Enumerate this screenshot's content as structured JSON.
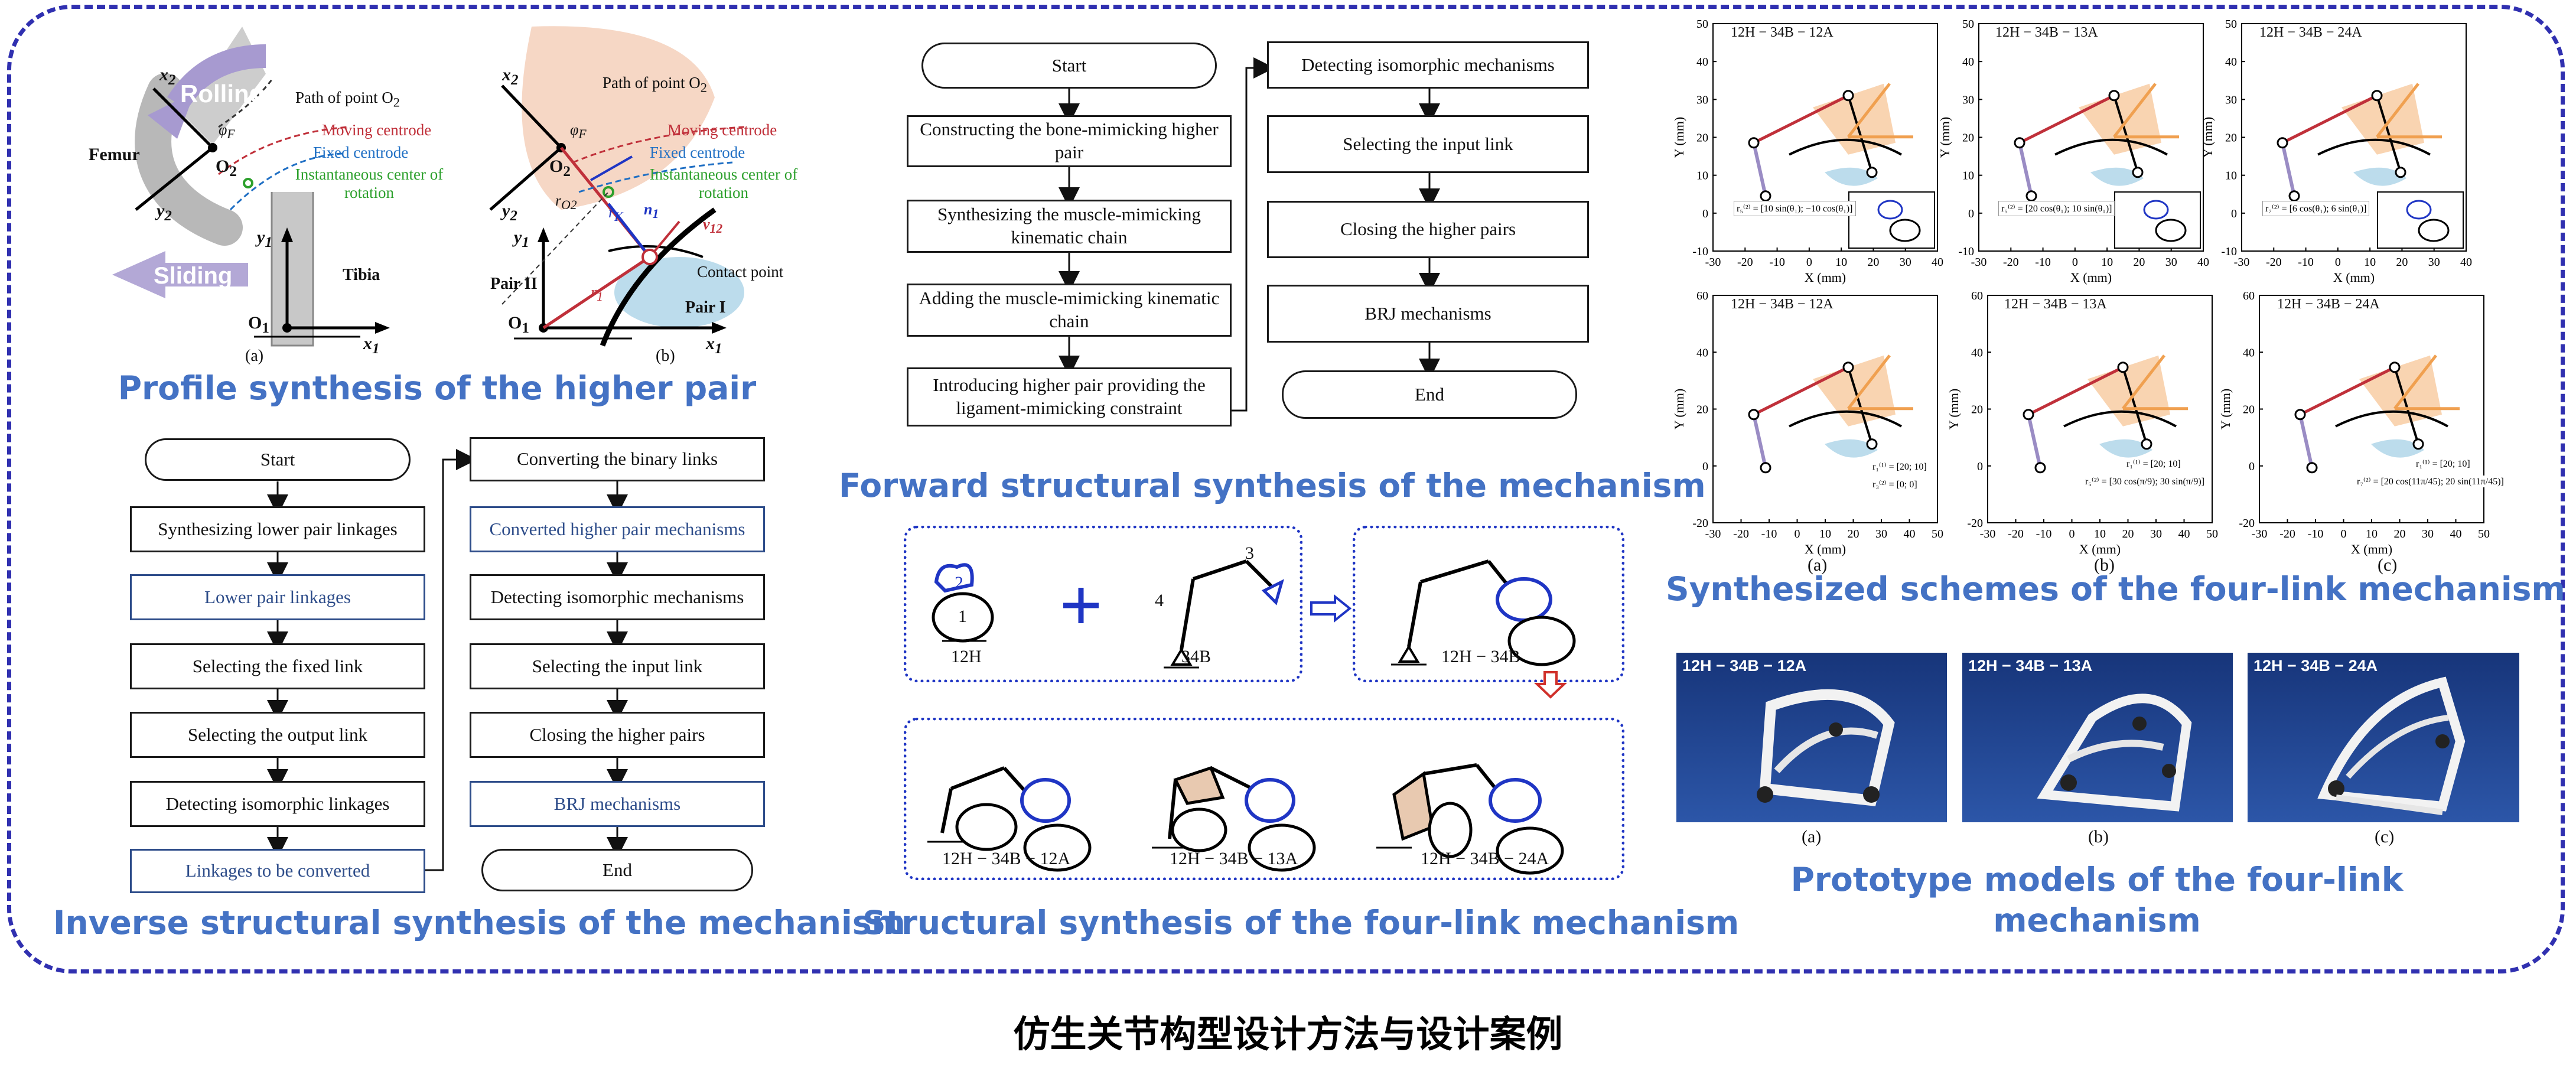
{
  "colors": {
    "frame": "#3030b0",
    "section_title": "#4472c4",
    "flow_blue": "#2e4d8a",
    "accent_blue": "#1f35c4",
    "orange": "#f0a050",
    "purple": "#9a8cc4",
    "red": "#c0303a",
    "green": "#2ca02c",
    "photo_bg": "#1e3f8a"
  },
  "footer_title": "仿生关节构型设计方法与设计案例",
  "profile": {
    "title": "Profile synthesis of the higher pair",
    "a": {
      "rolling": "Rolling",
      "sliding": "Sliding",
      "femur": "Femur",
      "tibia": "Tibia",
      "path": "Path of point O",
      "moving": "Moving centrode",
      "fixed": "Fixed centrode",
      "inst": "Instantaneous center of rotation",
      "o1": "O",
      "o2": "O",
      "x1": "x",
      "y1": "y",
      "x2": "x",
      "y2": "y",
      "phi": "φ",
      "caption": "(a)"
    },
    "b": {
      "path": "Path of point O",
      "moving": "Moving centrode",
      "fixed": "Fixed centrode",
      "inst": "Instantaneous center of rotation",
      "contact": "Contact point",
      "pair1": "Pair I",
      "pair2": "Pair II",
      "o1": "O",
      "o2": "O",
      "x1": "x",
      "y1": "y",
      "x2": "x",
      "y2": "y",
      "ro2": "r",
      "rk": "r",
      "r1": "r",
      "n1": "n",
      "v12": "v",
      "phi": "φ",
      "caption": "(b)"
    }
  },
  "forward": {
    "title": "Forward structural synthesis of the mechanism",
    "left": [
      "Start",
      "Constructing the bone-mimicking higher pair",
      "Synthesizing the muscle-mimicking kinematic chain",
      "Adding the muscle-mimicking kinematic chain",
      "Introducing higher pair providing the ligament-mimicking constraint"
    ],
    "right": [
      "Detecting isomorphic mechanisms",
      "Selecting the input link",
      "Closing the higher pairs",
      "BRJ mechanisms",
      "End"
    ]
  },
  "inverse": {
    "title": "Inverse structural synthesis of the mechanism",
    "left": [
      "Start",
      "Synthesizing lower pair linkages",
      "Lower pair linkages",
      "Selecting the fixed link",
      "Selecting the output link",
      "Detecting isomorphic linkages",
      "Linkages to be converted"
    ],
    "right": [
      "Converting the binary links",
      "Converted higher pair mechanisms",
      "Detecting isomorphic mechanisms",
      "Selecting the input link",
      "Closing the higher pairs",
      "BRJ mechanisms",
      "End"
    ]
  },
  "structural": {
    "title": "Structural synthesis of the four-link mechanism",
    "plus": "+",
    "arrow": "⇨",
    "labels": {
      "h12": "12H",
      "b34": "34B",
      "combo": "12H − 34B",
      "r1": "12H − 34B − 12A",
      "r2": "12H − 34B − 13A",
      "r3": "12H − 34B − 24A"
    },
    "nums": {
      "n1": "1",
      "n2": "2",
      "n3": "3",
      "n4": "4"
    }
  },
  "schemes": {
    "title": "Synthesized schemes of the four-link mechanism",
    "top": [
      "12H − 34B − 12A",
      "12H − 34B − 13A",
      "12H − 34B − 24A"
    ],
    "bottom": [
      "12H − 34B − 12A",
      "12H − 34B − 13A",
      "12H − 34B − 24A"
    ],
    "ylabel": "Y (mm)",
    "xlabel": "X (mm)",
    "captions": [
      "(a)",
      "(b)",
      "(c)"
    ],
    "yticks_top": [
      "50",
      "40",
      "30",
      "20",
      "10",
      "0",
      "-10"
    ],
    "xticks_top": [
      "-30",
      "-20",
      "-10",
      "0",
      "10",
      "20",
      "30",
      "40"
    ],
    "yticks_bottom": [
      "60",
      "40",
      "20",
      "0",
      "-20"
    ],
    "xticks_bottom": [
      "-30",
      "-20",
      "-10",
      "0",
      "10",
      "20",
      "30",
      "40",
      "50"
    ],
    "eq_top": [
      "r₅⁽²⁾ = [10 sin(θ₁); −10 cos(θ₁)]",
      "r₅⁽²⁾ = [20 cos(θ₁); 10 sin(θ₁)]",
      "r₇⁽²⁾ = [6 cos(θ₁); 6 sin(θ₁)]"
    ],
    "eq_bottom": [
      [
        "r₁⁽¹⁾ = [20; 10]",
        "r₃⁽²⁾ = [0; 0]"
      ],
      [
        "r₁⁽¹⁾ = [20; 10]",
        "r₅⁽²⁾ = [30 cos(π/9); 30 sin(π/9)]"
      ],
      [
        "r₁⁽¹⁾ = [20; 10]",
        "r₇⁽²⁾ = [20 cos(11π/45); 20 sin(11π/45)]"
      ]
    ]
  },
  "prototype": {
    "title": "Prototype models of the four-link mechanism",
    "labels": [
      "12H − 34B − 12A",
      "12H − 34B − 13A",
      "12H − 34B − 24A"
    ],
    "captions": [
      "(a)",
      "(b)",
      "(c)"
    ]
  }
}
